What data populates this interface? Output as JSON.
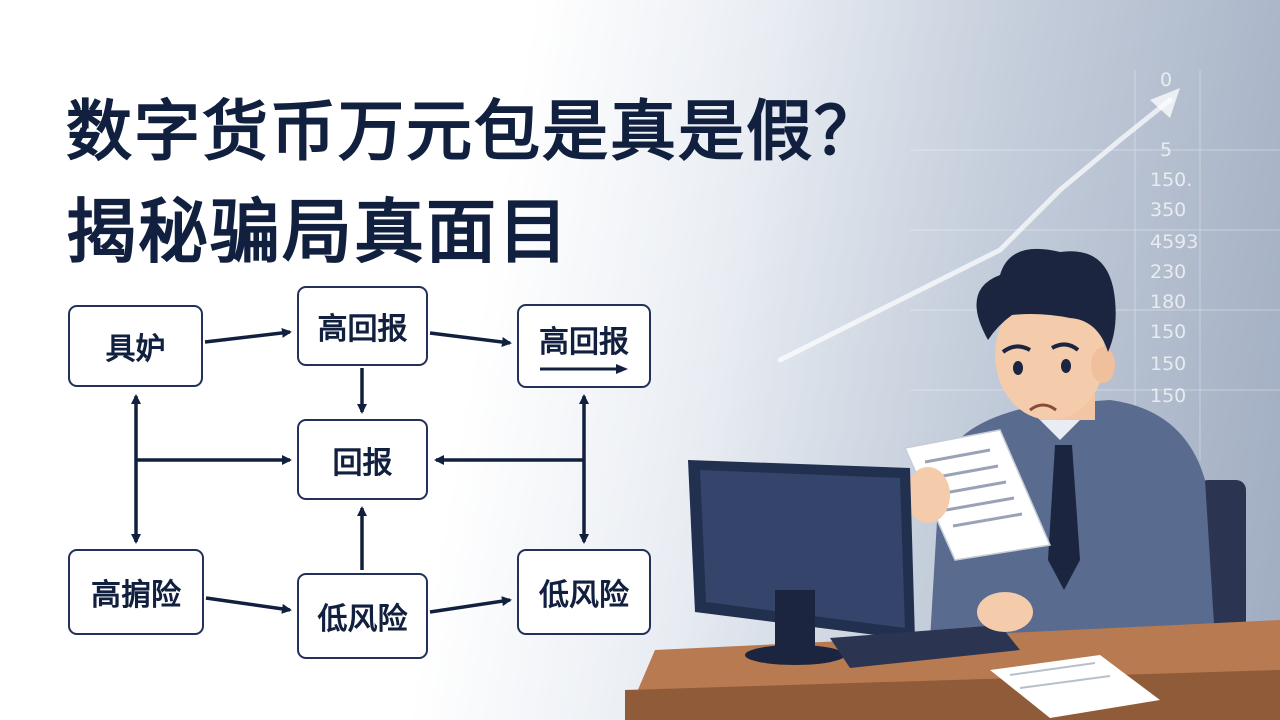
{
  "headline": {
    "line1": "数字货币万元包是真是假？",
    "line2": "揭秘骗局真面目"
  },
  "flowchart": {
    "top_left": "具妒",
    "top_middle": "高回报",
    "top_right": "高回报",
    "center": "回报",
    "bottom_left": "高掮险",
    "bottom_middle": "低风险",
    "bottom_right": "低风险"
  },
  "background_chart": {
    "tick_labels": [
      "0",
      "5",
      "150.",
      "350",
      "4593",
      "230",
      "180",
      "150",
      "150",
      "150"
    ]
  },
  "colors": {
    "navy": "#12203f",
    "box_border": "#23315a",
    "shirt": "#5a6b90",
    "desk": "#b87a50"
  }
}
